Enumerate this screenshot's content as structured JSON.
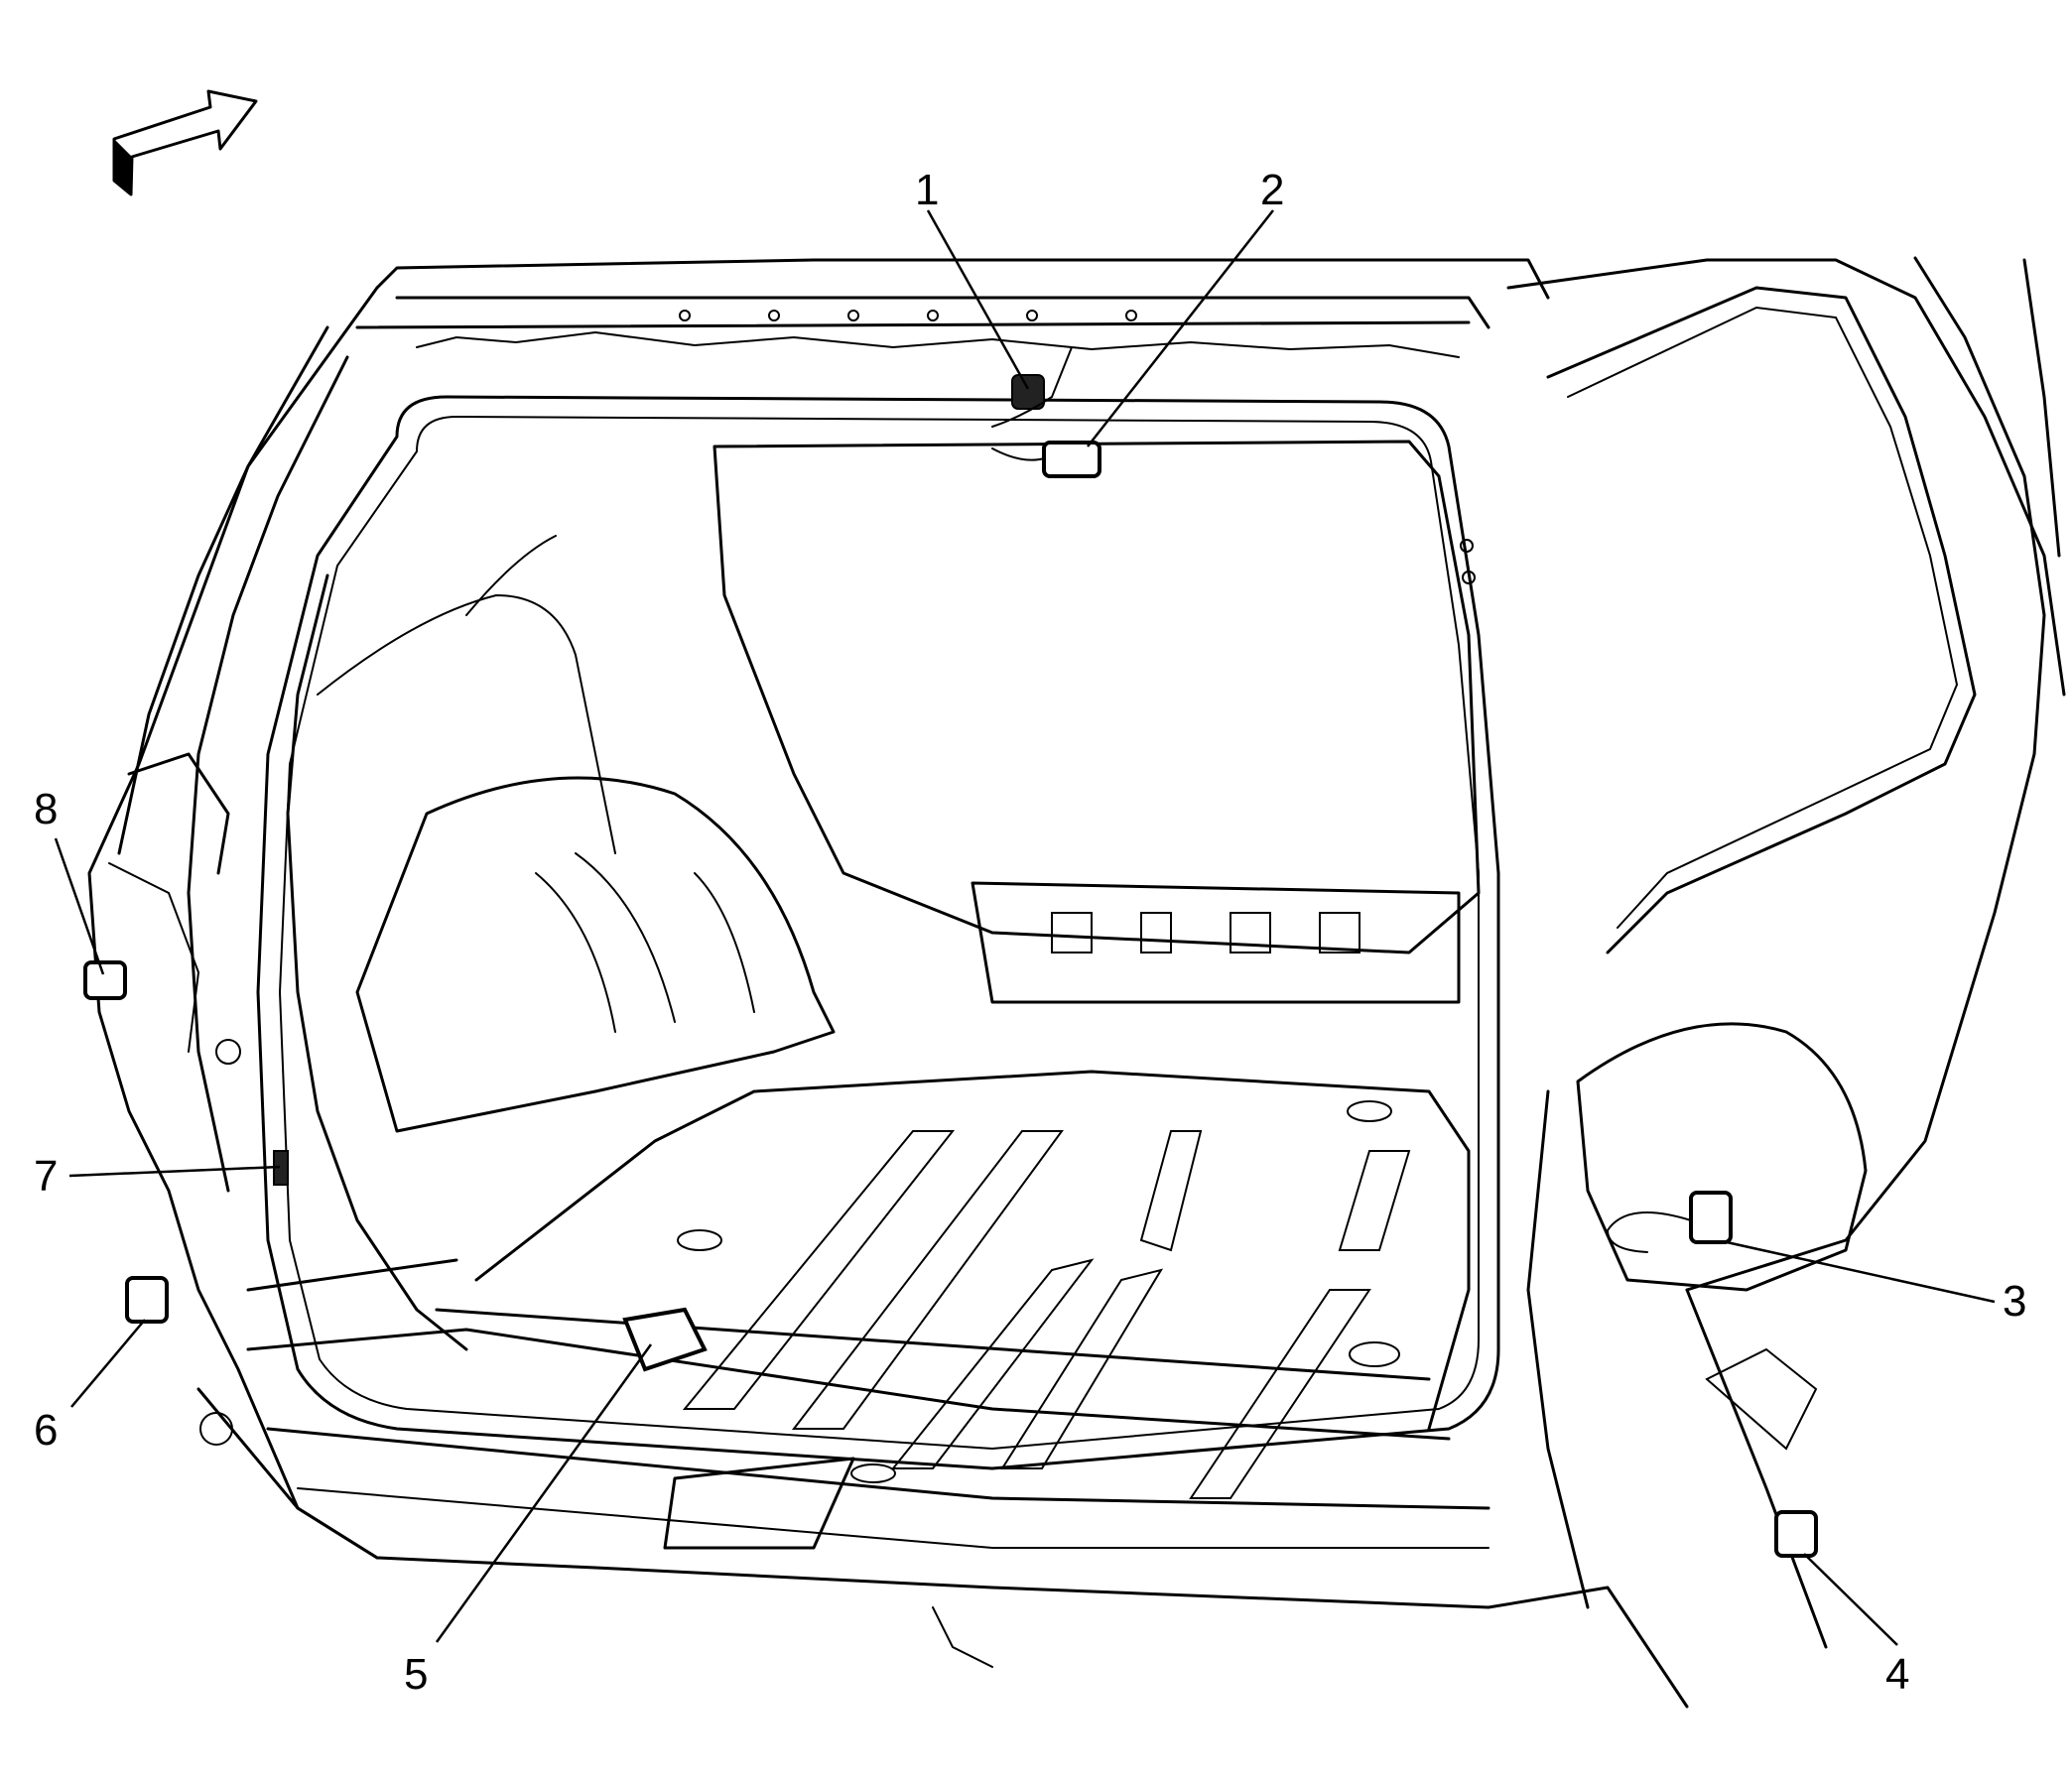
{
  "figure": {
    "orientation_arrow_icon": "forward-arrow-icon",
    "callouts": [
      {
        "number": "1"
      },
      {
        "number": "2"
      },
      {
        "number": "3"
      },
      {
        "number": "4"
      },
      {
        "number": "5"
      },
      {
        "number": "6"
      },
      {
        "number": "7"
      },
      {
        "number": "8"
      }
    ]
  }
}
